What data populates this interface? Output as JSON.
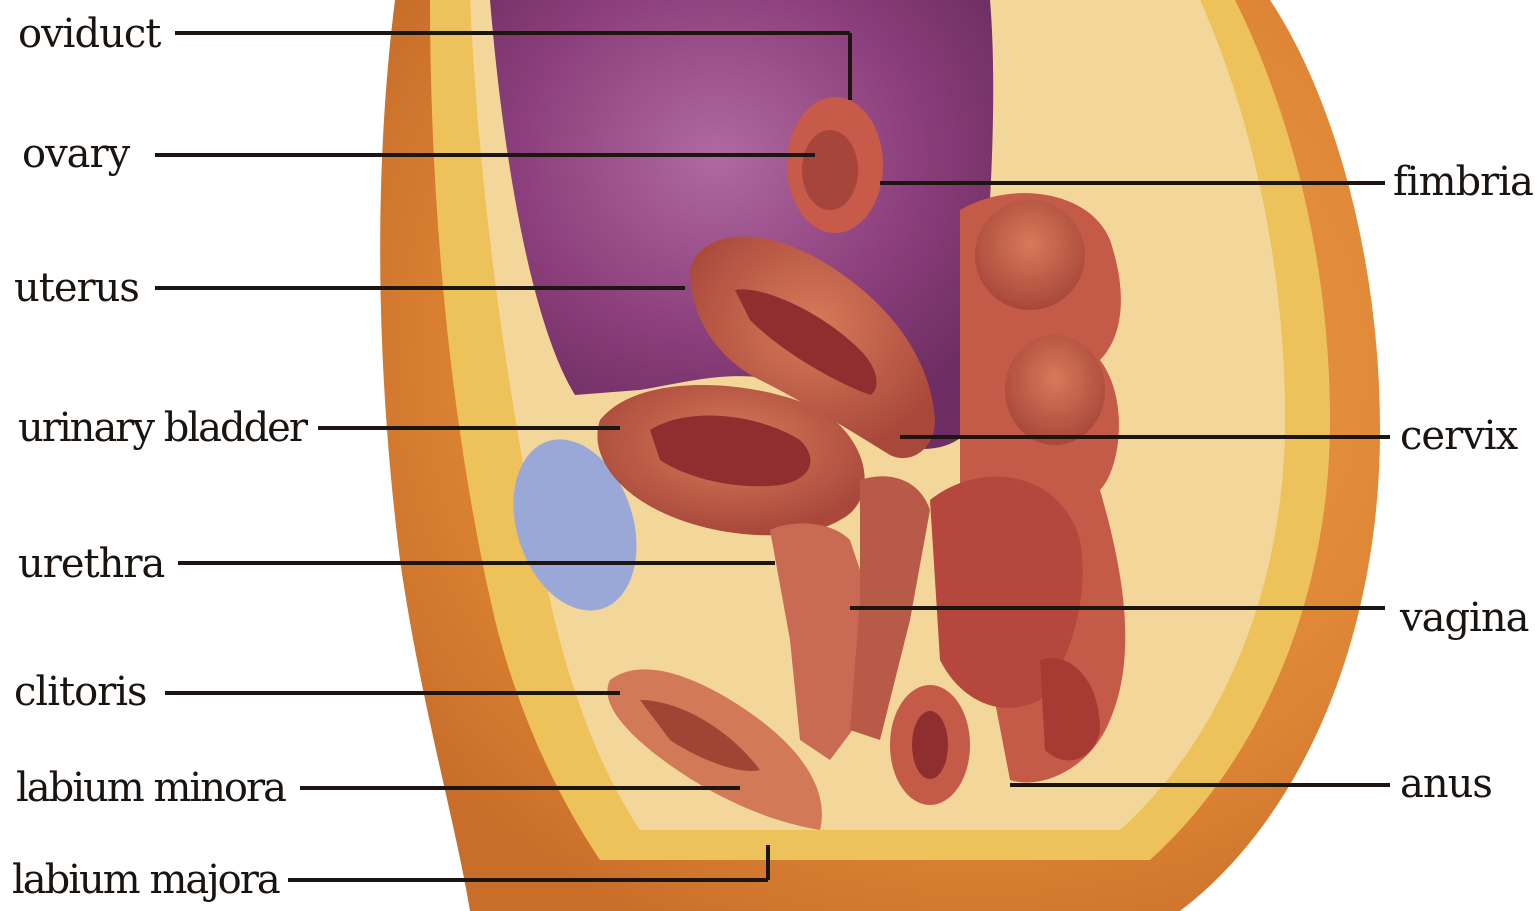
{
  "labels": {
    "oviduct": "oviduct",
    "ovary": "ovary",
    "uterus": "uterus",
    "urinary_bladder": "urinary bladder",
    "urethra": "urethra",
    "clitoris": "clitoris",
    "labium_minora": "labium minora",
    "labium_majora": "labium majora",
    "fimbria": "fimbria",
    "cervix": "cervix",
    "vagina": "vagina",
    "anus": "anus"
  },
  "colors": {
    "skin": "#e08a3c",
    "fat": "#f0c45a",
    "muscle": "#b04a3a",
    "cavity": "#8a3a78",
    "bladder_blue": "#9aa8d8",
    "label_text": "#1a1410",
    "leader_line": "#1c1512"
  }
}
